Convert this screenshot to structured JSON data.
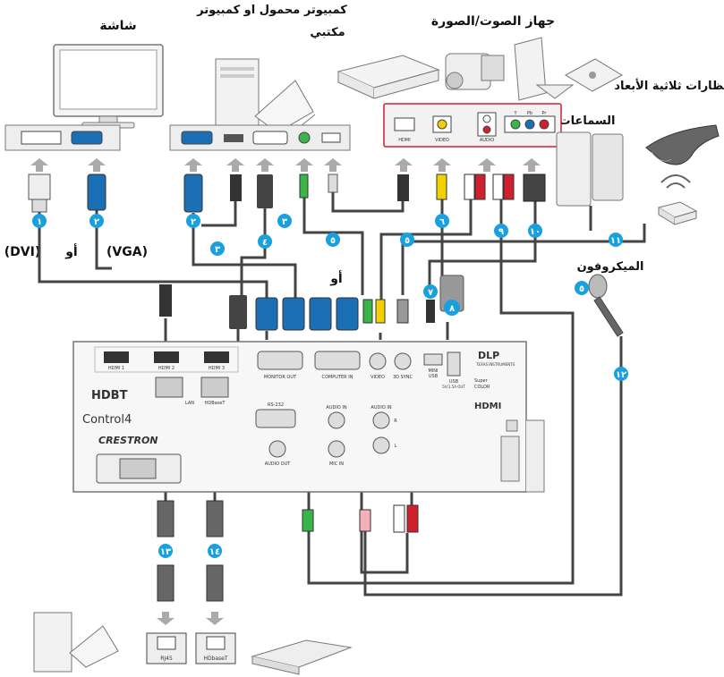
{
  "labels": {
    "screen": "شاشة",
    "computer_line1": "كمبيوتر محمول او كمبيوتر",
    "computer_line2": "مكتبي",
    "av_device": "جهاز الصوت/الصورة",
    "glasses": "نظارات ثلاثية الأبعاد",
    "speakers": "السماعات",
    "microphone": "الميكروفون",
    "dvi": "(DVI)",
    "vga": "(VGA)",
    "or_left": "أو",
    "or_mid": "أو"
  },
  "av_panel_ports": [
    "HDMI",
    "VIDEO",
    "AUDIO",
    "Y",
    "Pb",
    "Pr"
  ],
  "projector": {
    "hdmi_ports": [
      "HDMI 1",
      "HDMI 2",
      "HDMI 3"
    ],
    "monitor_out": "MONITOR OUT",
    "computer_in": "COMPUTER IN",
    "video": "VIDEO",
    "sync_3d": "3D SYNC",
    "mini_usb_1": "MINI",
    "mini_usb_2": "USB",
    "usb_1": "USB",
    "usb_2": "5V/1.5A OUT",
    "rs232": "RS-232",
    "audio_in_left": "AUDIO IN",
    "audio_in_right": "AUDIO IN",
    "audio_out": "AUDIO OUT",
    "mic_in": "MIC IN",
    "lan_port": "LAN",
    "hdbaset_port": "HDBaseT",
    "audio_r": "R",
    "audio_l": "L",
    "logo_hdbt": "HDBT",
    "logo_control4": "Control4",
    "logo_crestron": "CRESTRON",
    "logo_dlp": "DLP",
    "logo_ti": "TEXAS INSTRUMENTS",
    "logo_brilliant1": "Super",
    "logo_brilliant2": "COLOR",
    "logo_hdmi": "HDMI"
  },
  "bottom_ports": [
    "RJ45",
    "HDbaseT"
  ],
  "cable_numbers": [
    "١",
    "٢",
    "٢",
    "٣",
    "٣",
    "٤",
    "٥",
    "٥",
    "٥",
    "٦",
    "٧",
    "٨",
    "٩",
    "١٠",
    "١١",
    "١٢",
    "١٣",
    "١٤"
  ],
  "colors": {
    "badge": "#1aa0dc",
    "vga_blue": "#1a6fb5",
    "panel_red": "#d0202e"
  }
}
